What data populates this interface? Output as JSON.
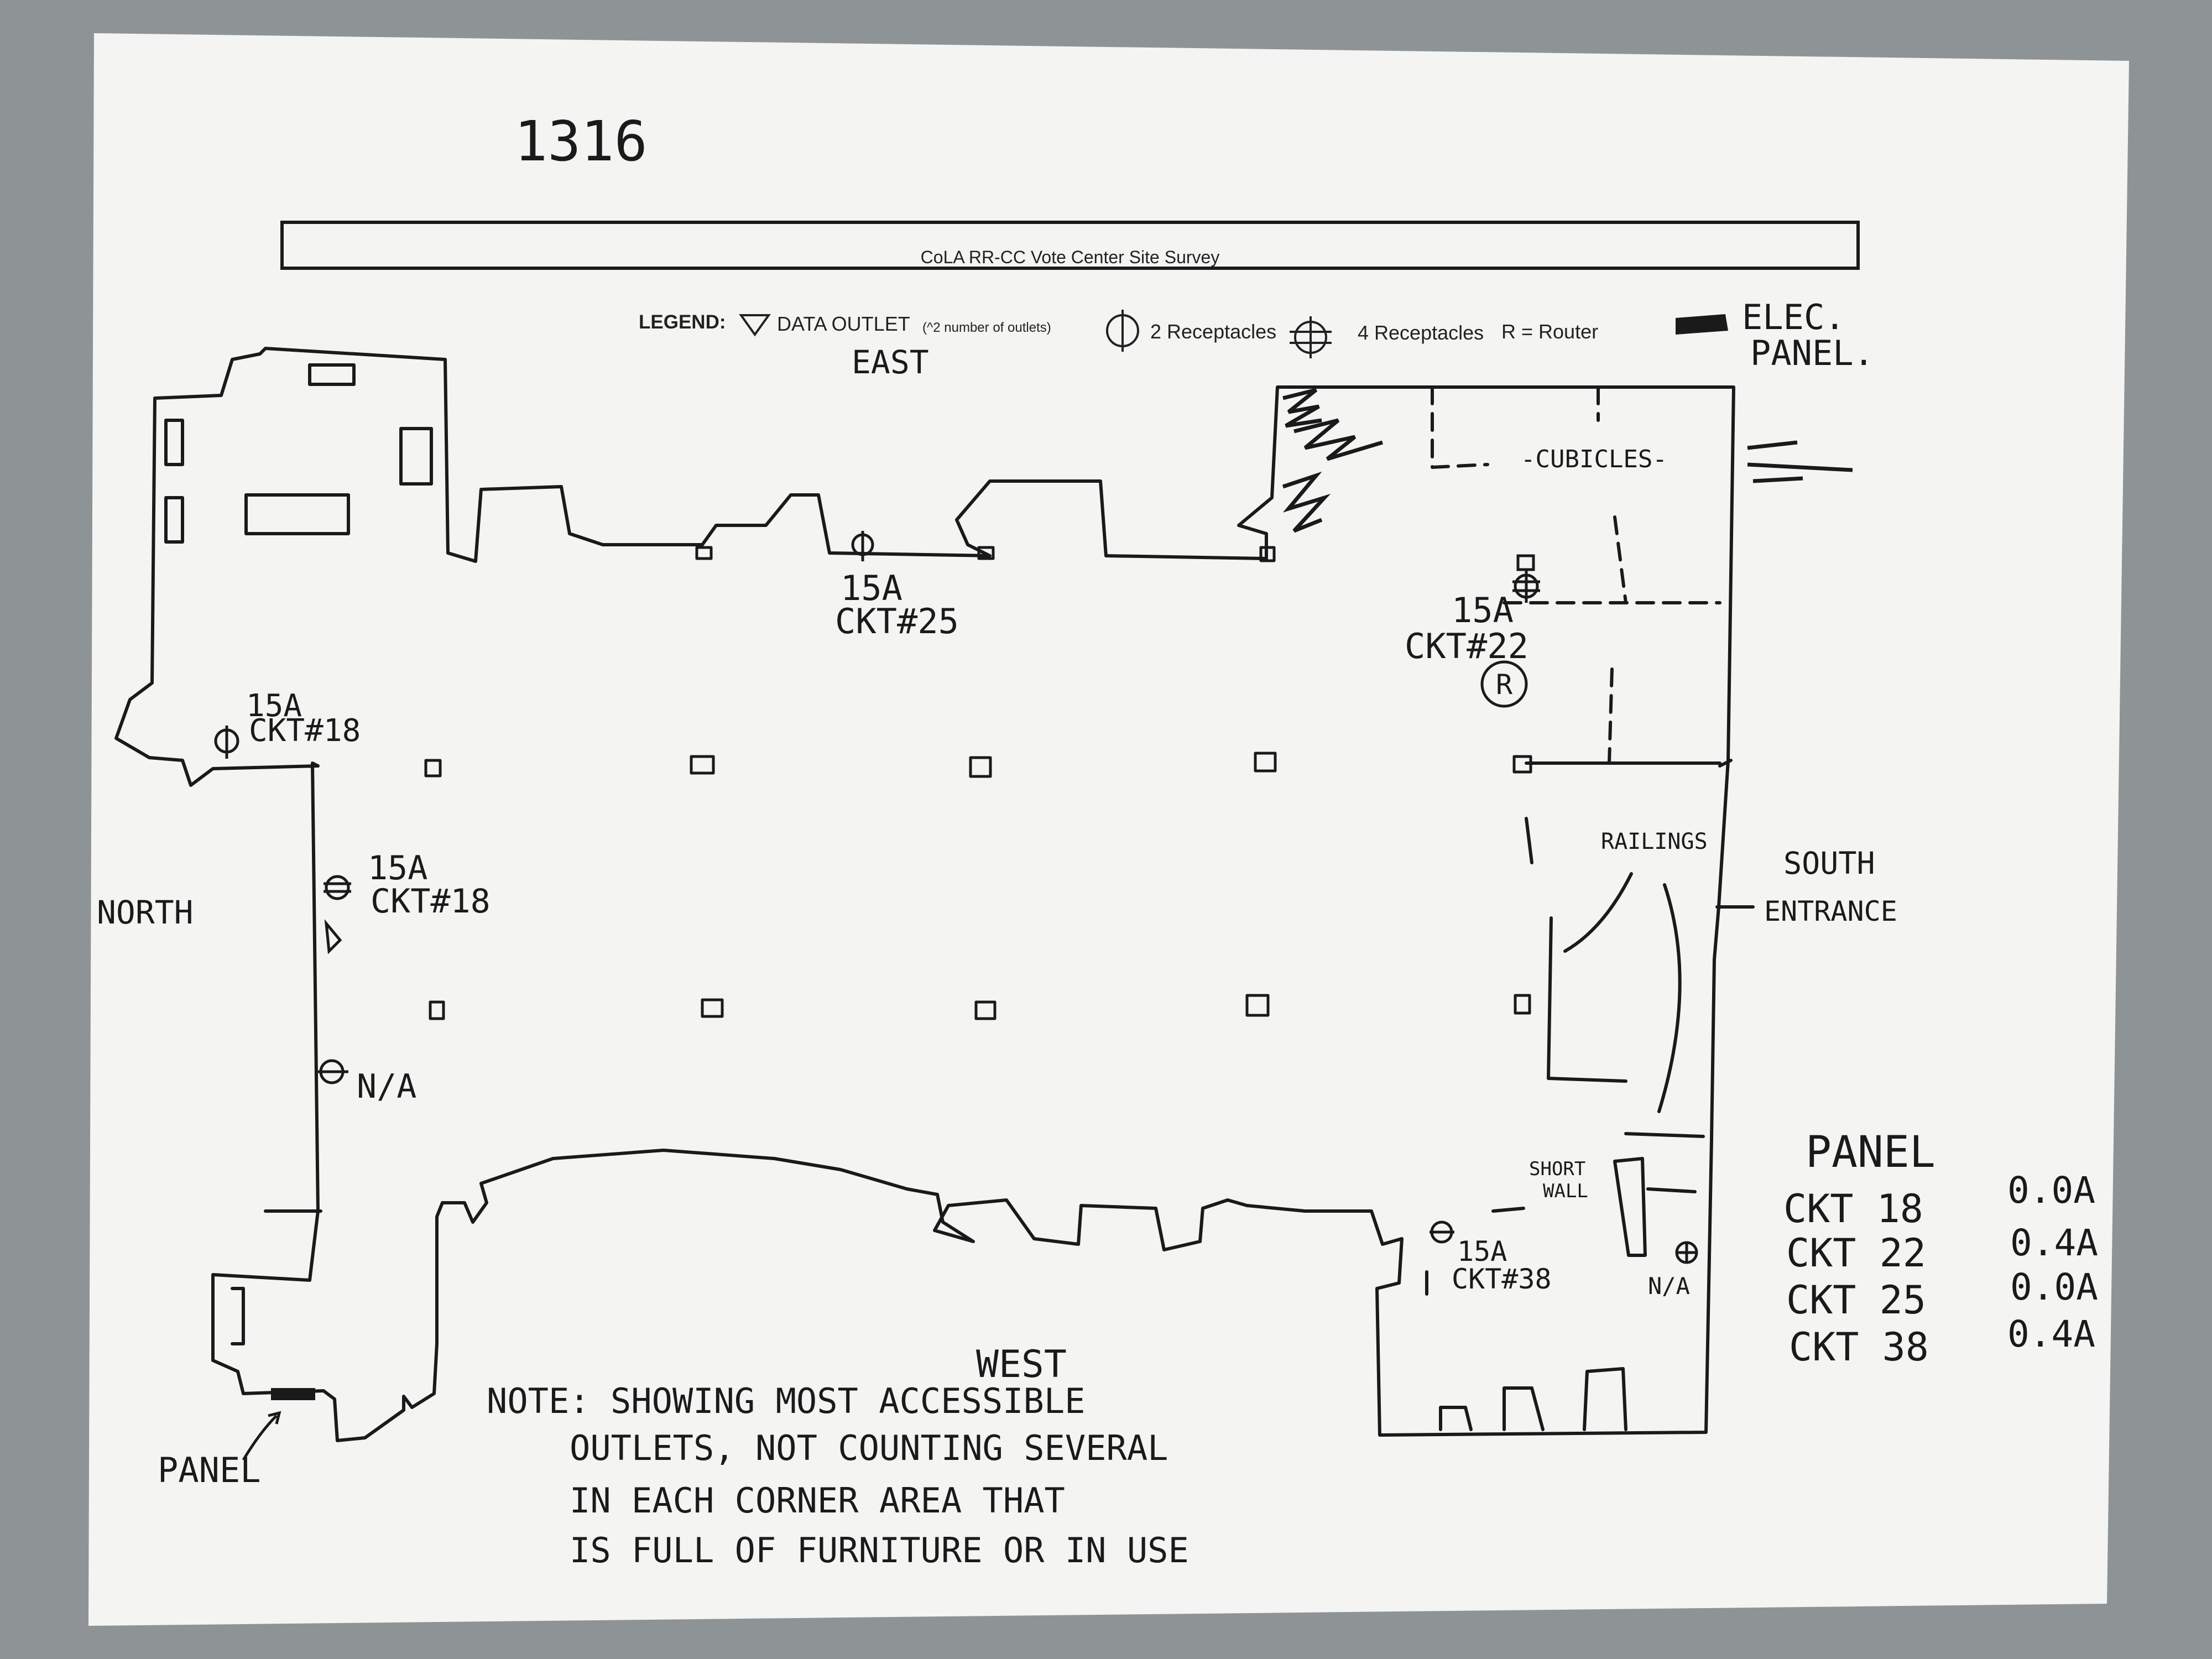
{
  "page_number": "1316",
  "title": "CoLA RR-CC Vote Center Site Survey",
  "legend": {
    "label": "LEGEND:",
    "data_outlet": "DATA OUTLET",
    "data_outlet_note": "(^2 number of outlets)",
    "two_receptacles": "2 Receptacles",
    "four_receptacles": "4 Receptacles",
    "router": "R = Router",
    "elec_panel_line1": "ELEC.",
    "elec_panel_line2": "PANEL."
  },
  "directions": {
    "east": "EAST",
    "west": "WEST",
    "north": "NORTH",
    "south_line1": "SOUTH",
    "south_line2": "ENTRANCE"
  },
  "labels": {
    "cubicles": "-CUBICLES-",
    "railings": "RAILINGS",
    "short_wall_line1": "SHORT",
    "short_wall_line2": "WALL",
    "panel_bottom": "PANEL",
    "router_mark": "R",
    "ckt25_amp": "15A",
    "ckt25_id": "CKT#25",
    "ckt22_amp": "15A",
    "ckt22_id": "CKT#22",
    "ckt18a_amp": "15A",
    "ckt18a_id": "CKT#18",
    "ckt18b_amp": "15A",
    "ckt18b_id": "CKT#18",
    "na_north": "N/A",
    "ckt38_amp": "15A",
    "ckt38_id": "CKT#38",
    "na_south": "N/A"
  },
  "note": {
    "line1": "NOTE: SHOWING MOST ACCESSIBLE",
    "line2": "OUTLETS, NOT COUNTING SEVERAL",
    "line3": "IN EACH CORNER AREA THAT",
    "line4": "IS FULL OF FURNITURE OR IN USE"
  },
  "panel_table": {
    "title": "PANEL",
    "rows": [
      {
        "ckt": "CKT 18",
        "amps": "0.0A"
      },
      {
        "ckt": "CKT 22",
        "amps": "0.4A"
      },
      {
        "ckt": "CKT 25",
        "amps": "0.0A"
      },
      {
        "ckt": "CKT 38",
        "amps": "0.4A"
      }
    ]
  },
  "colors": {
    "paper": "#f4f4f2",
    "ink": "#1a1a1a",
    "background": "#8e9496"
  }
}
